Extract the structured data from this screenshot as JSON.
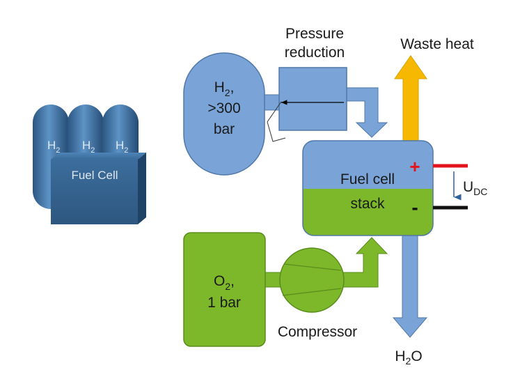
{
  "icon": {
    "cylinder_label": "H",
    "cylinder_sub": "2",
    "box_label": "Fuel Cell"
  },
  "h2_tank": {
    "line1": "H",
    "line1_sub": "2",
    "line1_suffix": ",",
    "line2": ">300",
    "line3": "bar"
  },
  "pressure_reduction": {
    "line1": "Pressure",
    "line2": "reduction"
  },
  "waste_heat": "Waste heat",
  "stack": {
    "line1": "Fuel cell",
    "line2": "stack",
    "plus": "+",
    "minus": "-"
  },
  "voltage": {
    "label": "U",
    "sub": "DC"
  },
  "o2_tank": {
    "line1": "O",
    "line1_sub": "2",
    "line1_suffix": ",",
    "line2": "1 bar"
  },
  "compressor": "Compressor",
  "water": {
    "label": "H",
    "sub": "2",
    "suffix": "O"
  },
  "colors": {
    "hydrogen_blue": "#7aa4d8",
    "hydrogen_stroke": "#4f77a8",
    "oxygen_green": "#7cb82a",
    "oxygen_stroke": "#5a8c1c",
    "heat_orange": "#f6b800",
    "plus_red": "#e3141b",
    "minus_black": "#111111",
    "icon_blue": "#3e6e9e"
  }
}
